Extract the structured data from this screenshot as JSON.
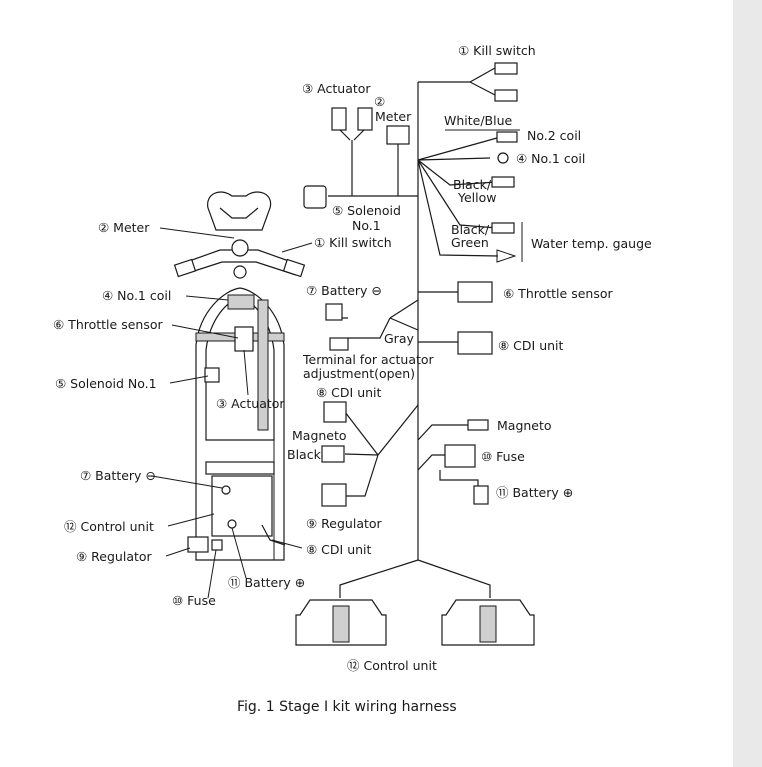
{
  "harness": {
    "kill_switch": "① Kill switch",
    "actuator": "③ Actuator",
    "meter_num": "②",
    "meter": "Meter",
    "white_blue": "White/Blue",
    "no2_coil": "No.2 coil",
    "no1_coil": "④ No.1 coil",
    "black_yellow_1": "Black/",
    "black_yellow_2": "Yellow",
    "solenoid_1": "⑤ Solenoid",
    "solenoid_2": "No.1",
    "black_green_1": "Black/",
    "black_green_2": "Green",
    "water_temp": "Water temp. gauge",
    "battery_minus": "⑦ Battery ⊖",
    "throttle_sensor": "⑥ Throttle sensor",
    "gray": "Gray",
    "cdi_unit": "⑧ CDI unit",
    "terminal_1": "Terminal for actuator",
    "terminal_2": "adjustment(open)",
    "cdi_unit_small": "⑧ CDI unit",
    "magneto_left": "Magneto",
    "black": "Black",
    "magneto_right": "Magneto",
    "fuse": "⑩ Fuse",
    "battery_plus": "⑪ Battery ⊕",
    "regulator": "⑨ Regulator",
    "control_unit": "⑫ Control unit"
  },
  "layout": {
    "meter": "② Meter",
    "kill_switch": "① Kill switch",
    "no1_coil": "④ No.1 coil",
    "throttle_sensor": "⑥ Throttle sensor",
    "solenoid": "⑤ Solenoid No.1",
    "actuator": "③ Actuator",
    "battery_minus": "⑦ Battery ⊖",
    "control_unit": "⑫ Control unit",
    "regulator": "⑨ Regulator",
    "cdi_unit": "⑧ CDI unit",
    "battery_plus": "⑪ Battery ⊕",
    "fuse": "⑩ Fuse"
  },
  "caption": "Fig. 1 Stage I kit wiring harness"
}
